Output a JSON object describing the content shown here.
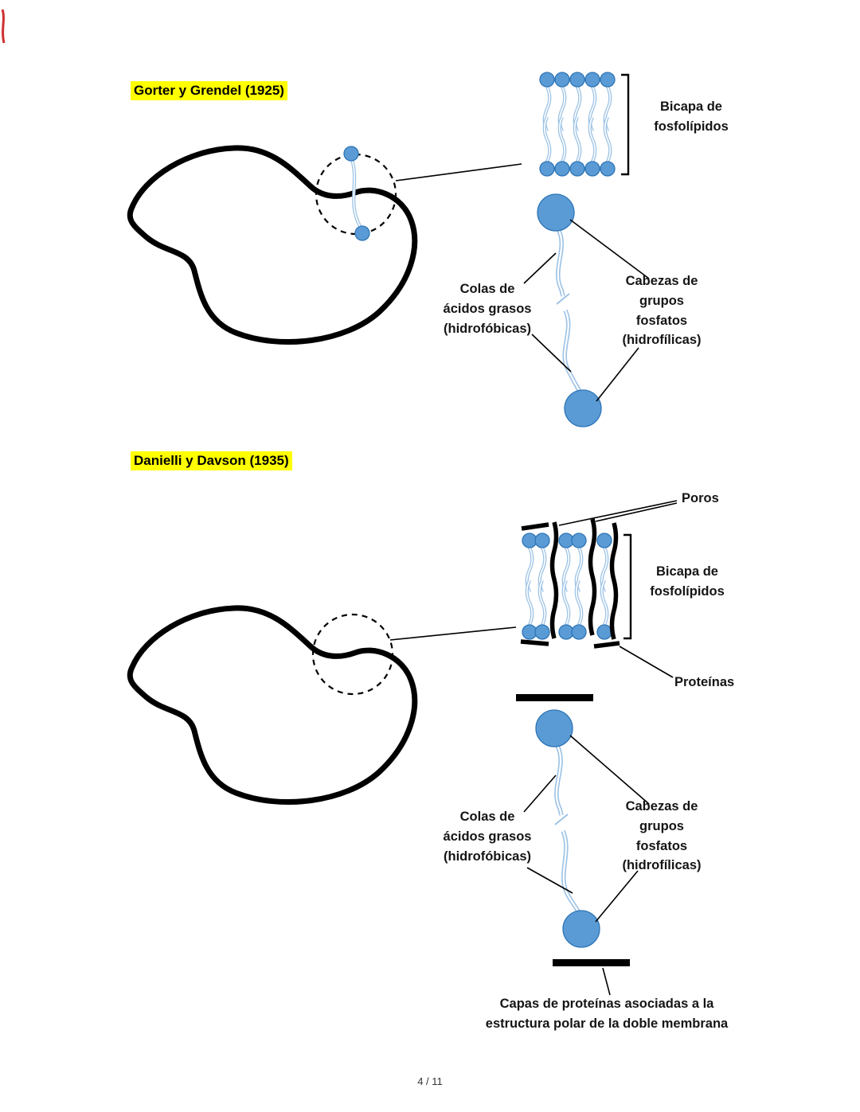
{
  "page": {
    "number": "4 / 11"
  },
  "colors": {
    "highlight": "#ffff00",
    "lipid_head_blue": "#5b9bd5",
    "lipid_tail_blue": "#9dc3e6",
    "ink": "#000000"
  },
  "sections": [
    {
      "title": "Gorter y Grendel (1925)",
      "labels": {
        "bilayer": "Bicapa de\nfosfolípidos",
        "tails": "Colas de\nácidos grasos\n(hidrofóbicas)",
        "heads": "Cabezas de\ngrupos\nfosfatos\n(hidrofílicas)"
      }
    },
    {
      "title": "Danielli y Davson (1935)",
      "labels": {
        "pores": "Poros",
        "bilayer": "Bicapa de\nfosfolípidos",
        "proteins": "Proteínas",
        "tails": "Colas de\nácidos grasos\n(hidrofóbicas)",
        "heads": "Cabezas de\ngrupos\nfosfatos\n(hidrofílicas)",
        "protein_layers": "Capas de proteínas asociadas a la\nestructura polar de la doble membrana"
      }
    }
  ]
}
